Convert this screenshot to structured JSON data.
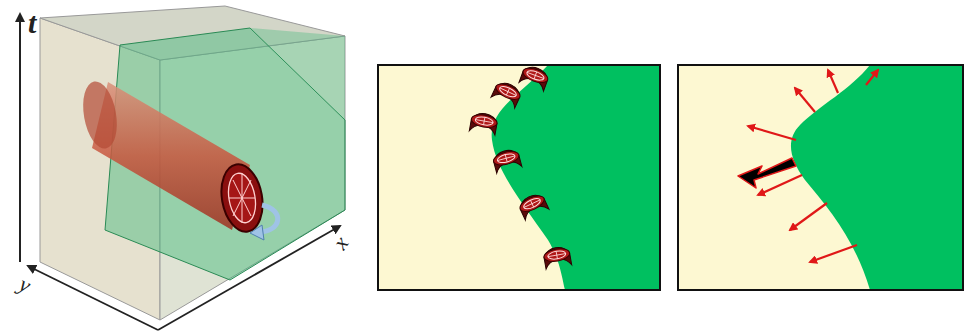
{
  "diagram": {
    "labels": [
      "t",
      "y",
      "x"
    ]
  }
}
